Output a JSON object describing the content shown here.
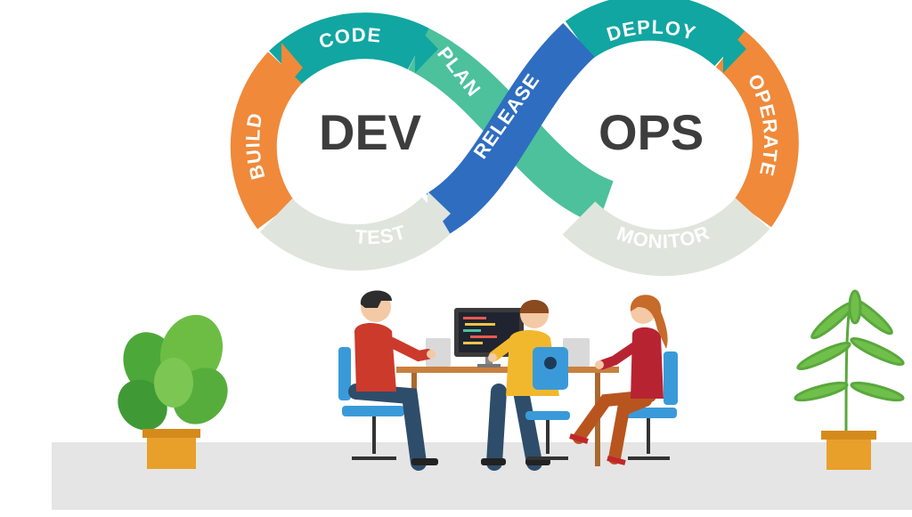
{
  "diagram": {
    "left_word": "DEV",
    "right_word": "OPS",
    "stages": {
      "plan": "PLAN",
      "code": "CODE",
      "build": "BUILD",
      "test": "TEST",
      "release": "RELEASE",
      "deploy": "DEPLOY",
      "operate": "OPERATE",
      "monitor": "MONITOR"
    },
    "colors": {
      "teal": "#11a6a1",
      "orange": "#f0893a",
      "light_gray": "#dfe5dc",
      "green": "#4cc19b",
      "blue": "#2f6dc1",
      "text_dark": "#3d3d3d"
    }
  },
  "scene": {
    "people": [
      "developer-red-shirt",
      "developer-yellow-shirt",
      "developer-red-jacket"
    ],
    "plants": [
      "monstera-plant",
      "palm-plant"
    ]
  }
}
